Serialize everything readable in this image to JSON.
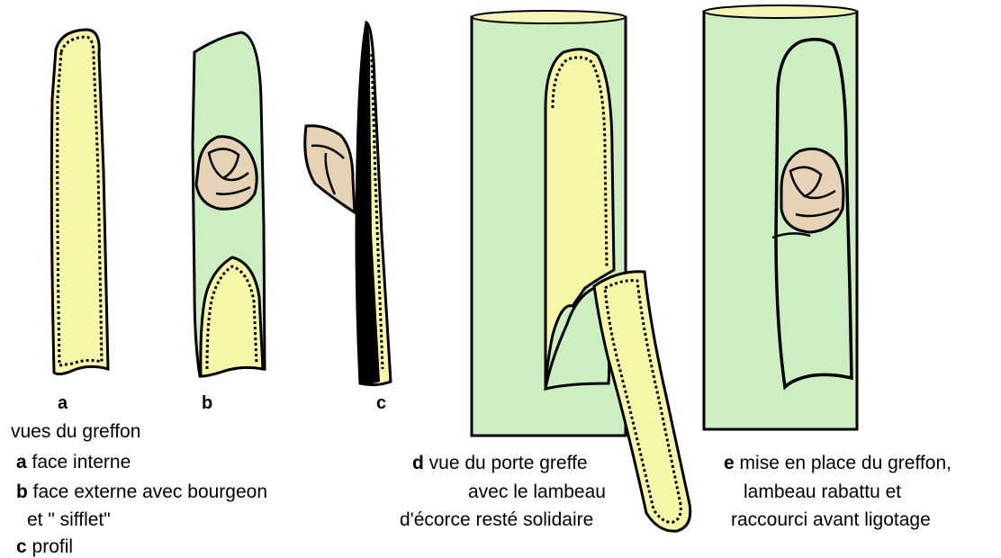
{
  "colors": {
    "bark_green": "#cdeec0",
    "cambium_yellow": "#f6f8a8",
    "bud_tan": "#e6d2b4",
    "outline": "#000000",
    "rim_yellow": "#f3f5b6"
  },
  "panels": {
    "a": {
      "letter": "a"
    },
    "b": {
      "letter": "b"
    },
    "c": {
      "letter": "c"
    }
  },
  "legend_graft": {
    "title": "vues du greffon",
    "items": [
      {
        "key": "a",
        "text": "face interne"
      },
      {
        "key": "b",
        "text": "face externe avec bourgeon"
      },
      {
        "key": "",
        "text": "et \" sifflet\""
      },
      {
        "key": "c",
        "text": "profil"
      }
    ]
  },
  "caption_d": {
    "key": "d",
    "line1": "vue du porte greffe",
    "line2": "avec le lambeau",
    "line3": "d'écorce resté solidaire"
  },
  "caption_e": {
    "key": "e",
    "line1": "mise en place du greffon,",
    "line2": "lambeau rabattu et",
    "line3": "raccourci avant ligotage"
  }
}
